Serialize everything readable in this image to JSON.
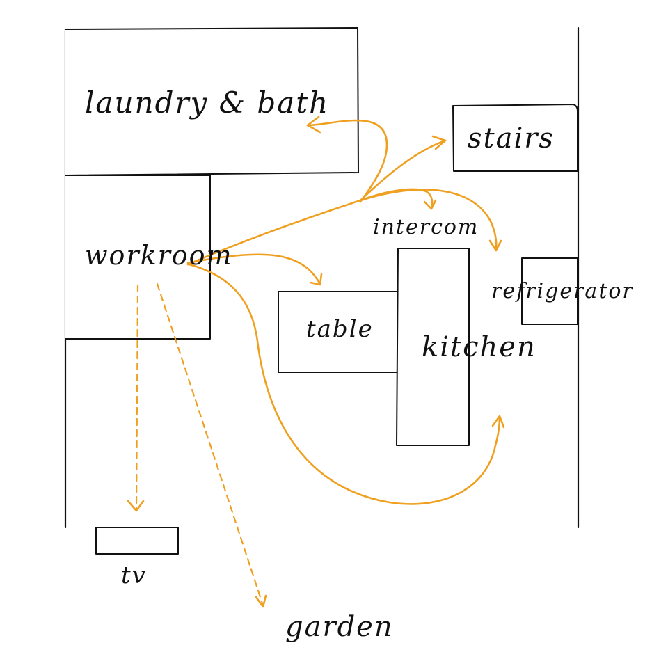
{
  "labels": {
    "laundry": "laundry & bath",
    "stairs": "stairs",
    "intercom": "intercom",
    "workroom": "workroom",
    "refrigerator": "refrigerator",
    "table": "table",
    "kitchen": "kitchen",
    "tv": "tv",
    "garden": "garden"
  },
  "colors": {
    "lines": "#111111",
    "arrows": "#f0a020",
    "background": "#ffffff"
  }
}
